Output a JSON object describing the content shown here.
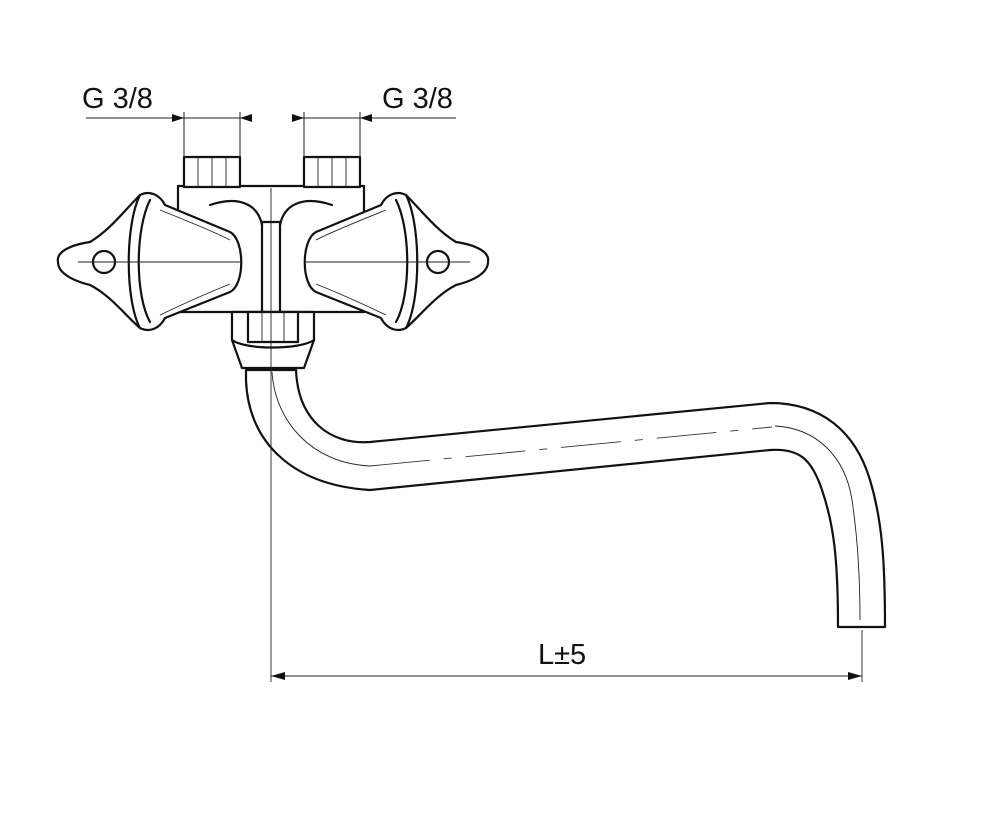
{
  "dimensions": {
    "inlet_left": "G 3/8",
    "inlet_right": "G 3/8",
    "spout_length": "L±5"
  }
}
